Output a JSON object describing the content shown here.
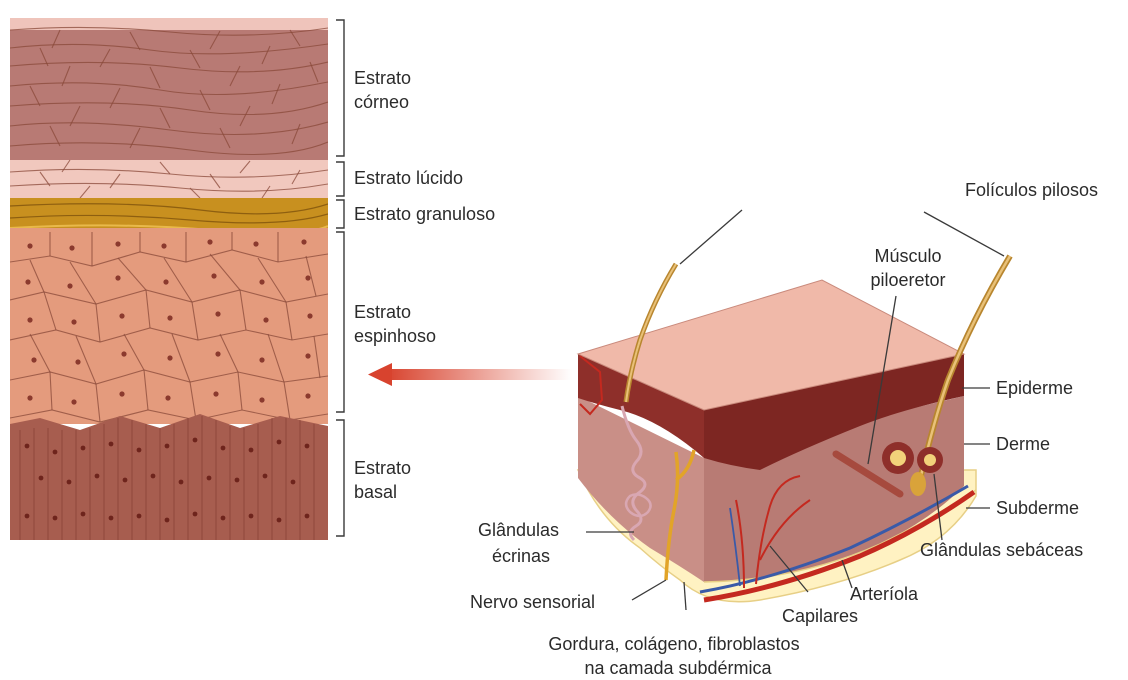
{
  "layers": {
    "corneo": [
      "Estrato",
      "córneo"
    ],
    "lucido": "Estrato lúcido",
    "granuloso": "Estrato granuloso",
    "espinhoso": [
      "Estrato",
      "espinhoso"
    ],
    "basal": [
      "Estrato",
      "basal"
    ]
  },
  "block_labels": {
    "foliculos": "Folículos pilosos",
    "musculo": [
      "Músculo",
      "piloeretor"
    ],
    "epiderme": "Epiderme",
    "derme": "Derme",
    "subderme": "Subderme",
    "glandulas_sebaceas": "Glândulas sebáceas",
    "glandulas_ecrinas": [
      "Glândulas",
      "écrinas"
    ],
    "nervo": "Nervo sensorial",
    "arteriola": "Arteríola",
    "capilares": "Capilares",
    "gordura": [
      "Gordura, colágeno, fibroblastos",
      "na camada subdérmica"
    ]
  },
  "colors": {
    "corneo": "#b77a74",
    "lucido": "#f0c6bc",
    "granuloso": "#c8901e",
    "espinhoso": "#e39a7c",
    "basal": "#a45a4c",
    "epiderme_block": "#8e2f2a",
    "derme_block": "#c98e86",
    "fat": "#fff2c2",
    "arrow": "#d8432e"
  }
}
